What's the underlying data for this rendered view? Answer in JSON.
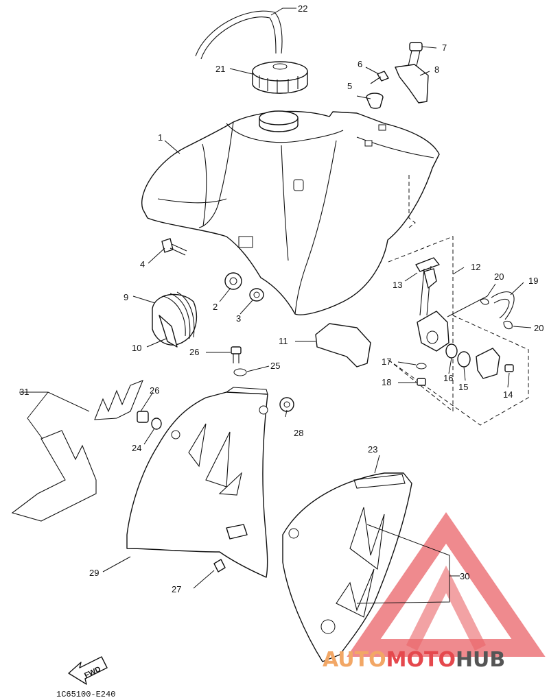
{
  "callouts": {
    "c1": "1",
    "c2": "2",
    "c3": "3",
    "c4": "4",
    "c5": "5",
    "c6": "6",
    "c7": "7",
    "c8": "8",
    "c9": "9",
    "c10": "10",
    "c11": "11",
    "c12": "12",
    "c13": "13",
    "c14": "14",
    "c15": "15",
    "c16": "16",
    "c17": "17",
    "c18": "18",
    "c19": "19",
    "c20a": "20",
    "c20b": "20",
    "c21": "21",
    "c22": "22",
    "c23": "23",
    "c24": "24",
    "c25": "25",
    "c26a": "26",
    "c26b": "26",
    "c27": "27",
    "c28": "28",
    "c29": "29",
    "c30": "30",
    "c31": "31"
  },
  "fwd_label": "FWD",
  "diagram_code": "1C65100-E240",
  "watermark": {
    "part1": "AUTO",
    "part2": "MOTO",
    "part3": "HUB",
    "colors": {
      "triangle": "#e5484d",
      "auto": "#f2a766",
      "moto": "#e5484d",
      "hub": "#555555"
    }
  }
}
